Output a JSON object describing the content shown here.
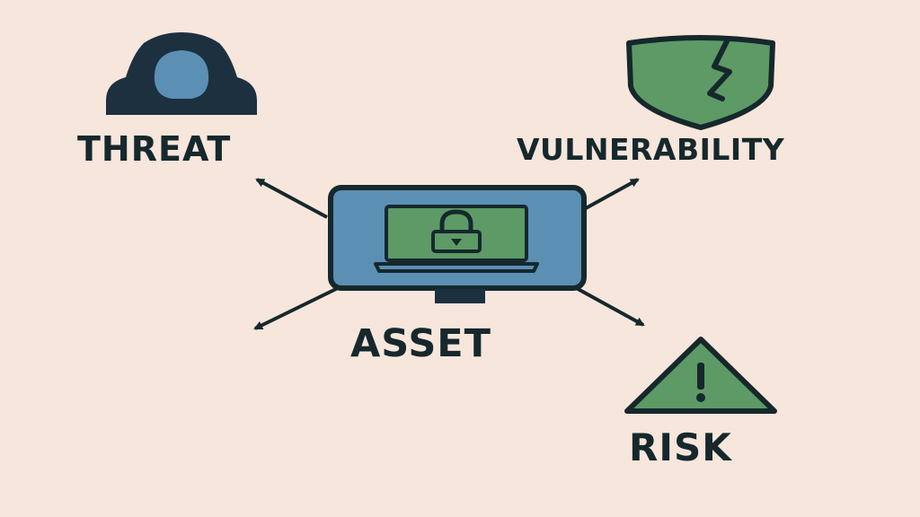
{
  "nodes": {
    "threat": {
      "label": "THREAT",
      "icon": "hooded-hacker-icon"
    },
    "vulnerability": {
      "label": "VULNERABILITY",
      "icon": "cracked-shield-icon"
    },
    "asset": {
      "label": "ASSET",
      "icon": "monitor-with-padlock-icon"
    },
    "risk": {
      "label": "RISK",
      "icon": "warning-triangle-icon"
    }
  },
  "colors": {
    "background": "#f6e6dc",
    "outline": "#16282c",
    "blue": "#5b8fb4",
    "green": "#5d9a66",
    "dark_navy": "#1d3040"
  }
}
